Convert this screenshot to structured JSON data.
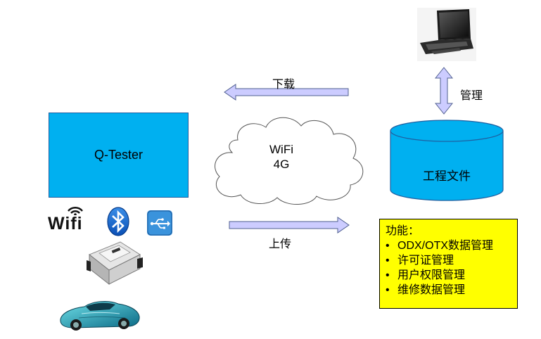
{
  "devices": {
    "main_box_label": "Q-Tester",
    "wifi_logo_text": "Wifi"
  },
  "cloud": {
    "line1": "WiFi",
    "line2": "4G"
  },
  "arrows": {
    "download": "下载",
    "upload": "上传",
    "manage": "管理"
  },
  "database": {
    "label": "工程文件"
  },
  "functions": {
    "title": "功能：",
    "items": [
      "ODX/OTX数据管理",
      "许可证管理",
      "用户权限管理",
      "维修数据管理"
    ]
  },
  "colors": {
    "qtester_fill": "#00b0f0",
    "arrow_fill": "#ccccff",
    "db_fill": "#00b0f0",
    "function_box_fill": "#ffff00"
  }
}
